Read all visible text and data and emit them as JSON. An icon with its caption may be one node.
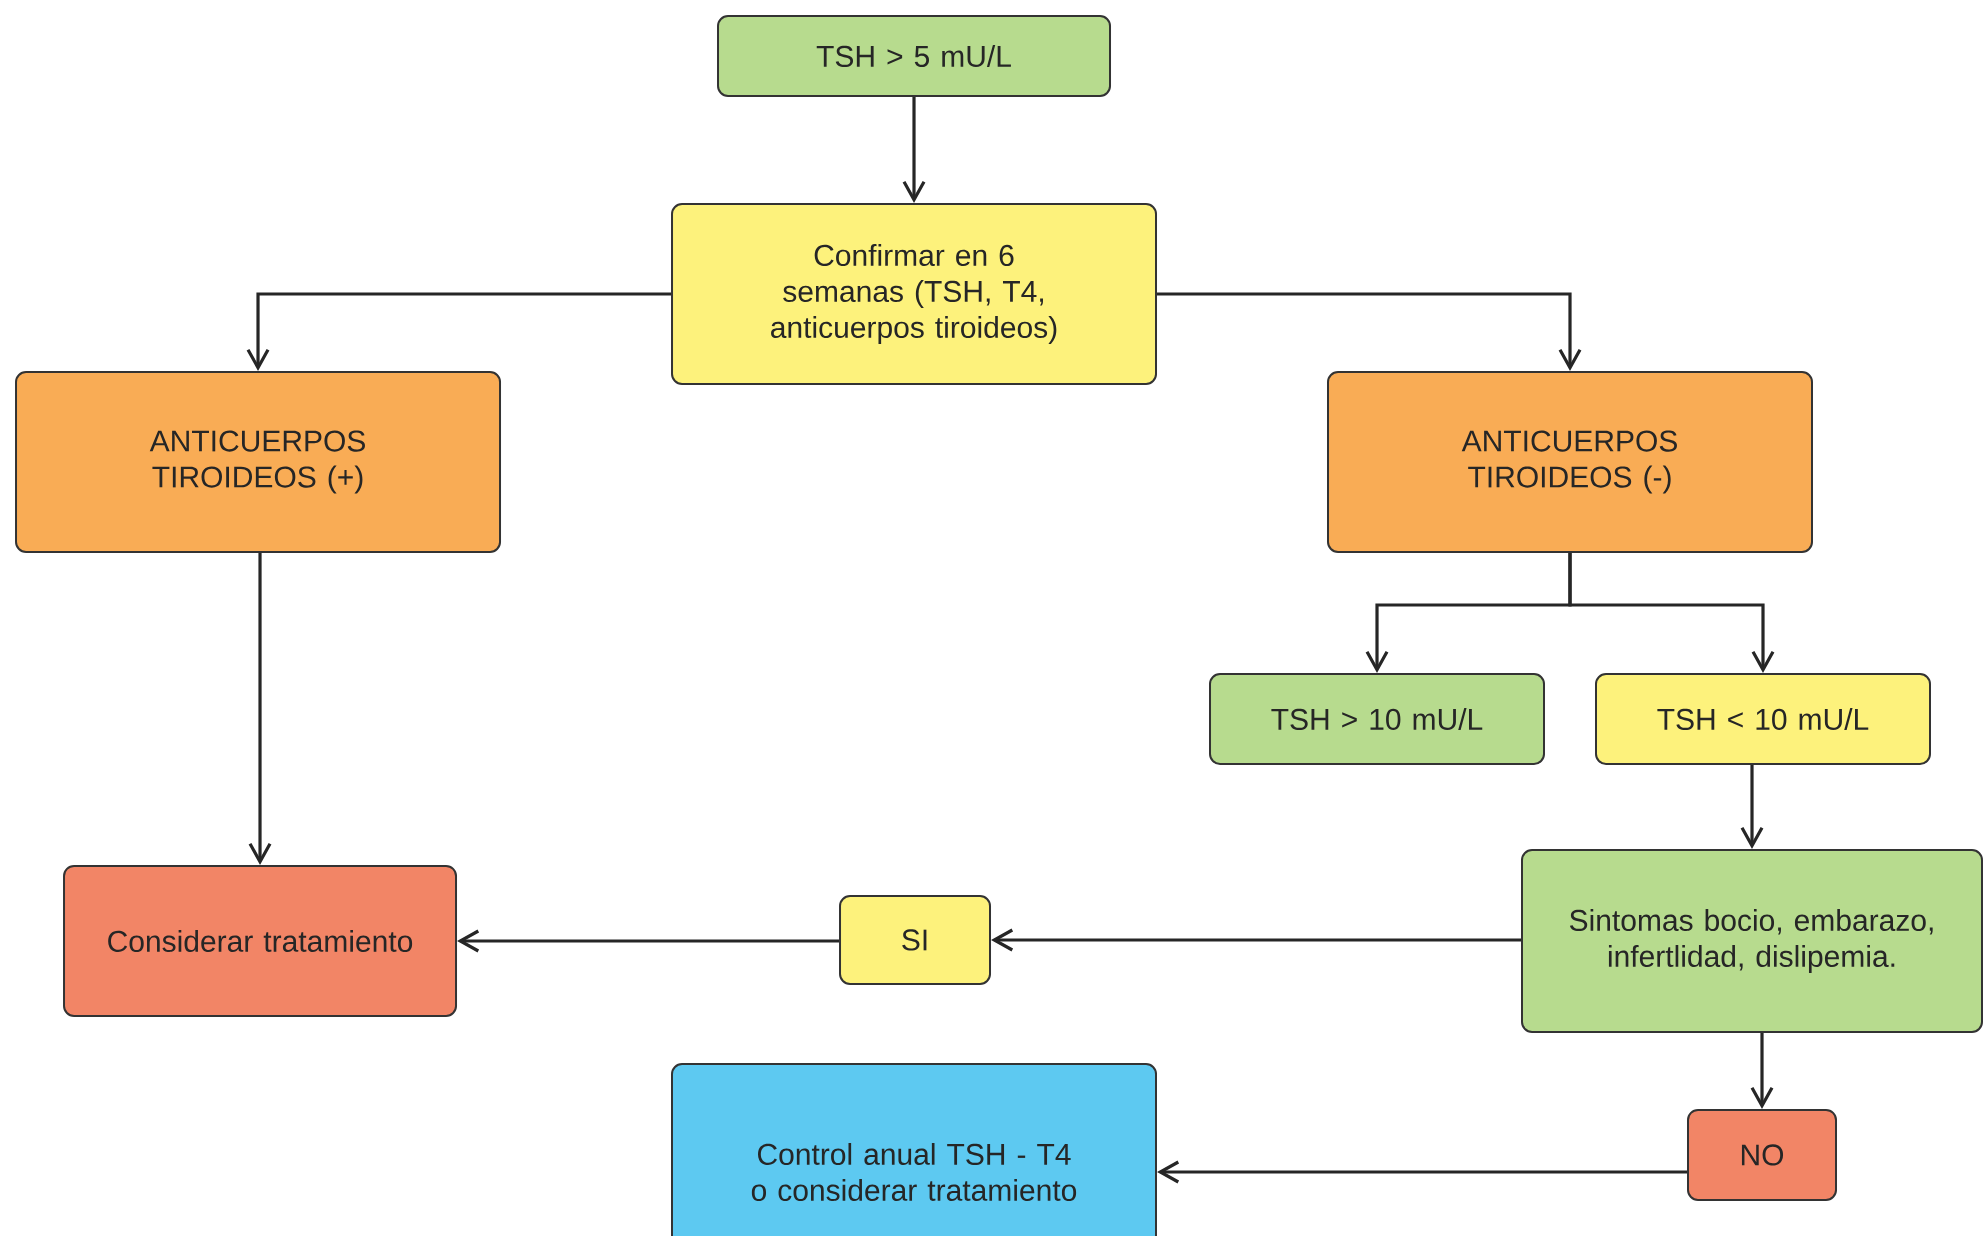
{
  "diagram": {
    "nodes": [
      {
        "text": [
          "TSH > 5 mU/L"
        ]
      },
      {
        "text": [
          "Confirmar en 6 semanas (TSH, T4, anticuerpos tiroideos)"
        ]
      },
      {
        "text": [
          "ANTICUERPOS TIROIDEOS (+)"
        ]
      },
      {
        "text": [
          "ANTICUERPOS TIROIDEOS (-)"
        ]
      },
      {
        "text": [
          "TSH > 10 mU/L"
        ]
      },
      {
        "text": [
          "TSH < 10 mU/L"
        ]
      },
      {
        "text": [
          "Considerar tratamiento"
        ]
      },
      {
        "text": [
          "SI"
        ]
      },
      {
        "text": [
          "Sintomas bocio, embarazo, infertlidad, dislipemia."
        ]
      },
      {
        "text": [
          "NO"
        ]
      },
      {
        "text": [
          "Control anual TSH - T4 o considerar tratamiento"
        ]
      }
    ],
    "edges": [
      {
        "from": 0,
        "to": 1,
        "arrow": "to"
      },
      {
        "from": 1,
        "to": 2,
        "arrow": "to"
      },
      {
        "from": 1,
        "to": 3,
        "arrow": "to"
      },
      {
        "from": 3,
        "to": 4,
        "arrow": "to"
      },
      {
        "from": 3,
        "to": 5,
        "arrow": "to"
      },
      {
        "from": 2,
        "to": 6,
        "arrow": "to"
      },
      {
        "from": 5,
        "to": 8,
        "arrow": "to"
      },
      {
        "from": 8,
        "to": 7,
        "arrow": "to"
      },
      {
        "from": 7,
        "to": 6,
        "arrow": "to"
      },
      {
        "from": 8,
        "to": 9,
        "arrow": "to"
      },
      {
        "from": 9,
        "to": 10,
        "arrow": "to"
      }
    ]
  }
}
